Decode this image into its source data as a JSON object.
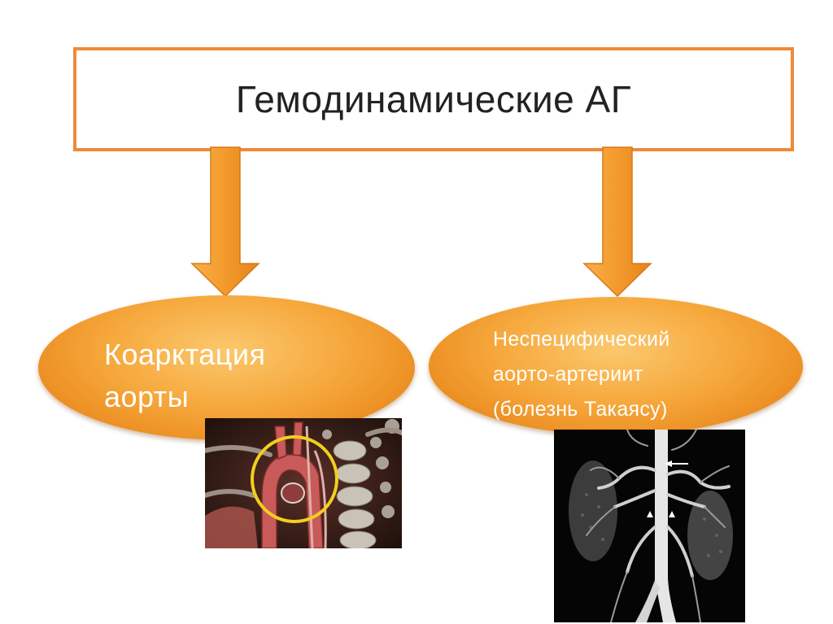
{
  "title": "Гемодинамические АГ",
  "left": {
    "lines": [
      "Коарктация",
      "аорты"
    ]
  },
  "right": {
    "lines": [
      "Неспецифический",
      "аорто-артериит",
      "(болезнь Такаясу)"
    ]
  },
  "colors": {
    "accent": "#ee8a38",
    "ellipse": "#f6a83c",
    "arrow": "#f29a30"
  },
  "images": {
    "left": "3d-ct-aortic-coarctation",
    "right": "mr-angiography-aorta-renal-arteries"
  }
}
